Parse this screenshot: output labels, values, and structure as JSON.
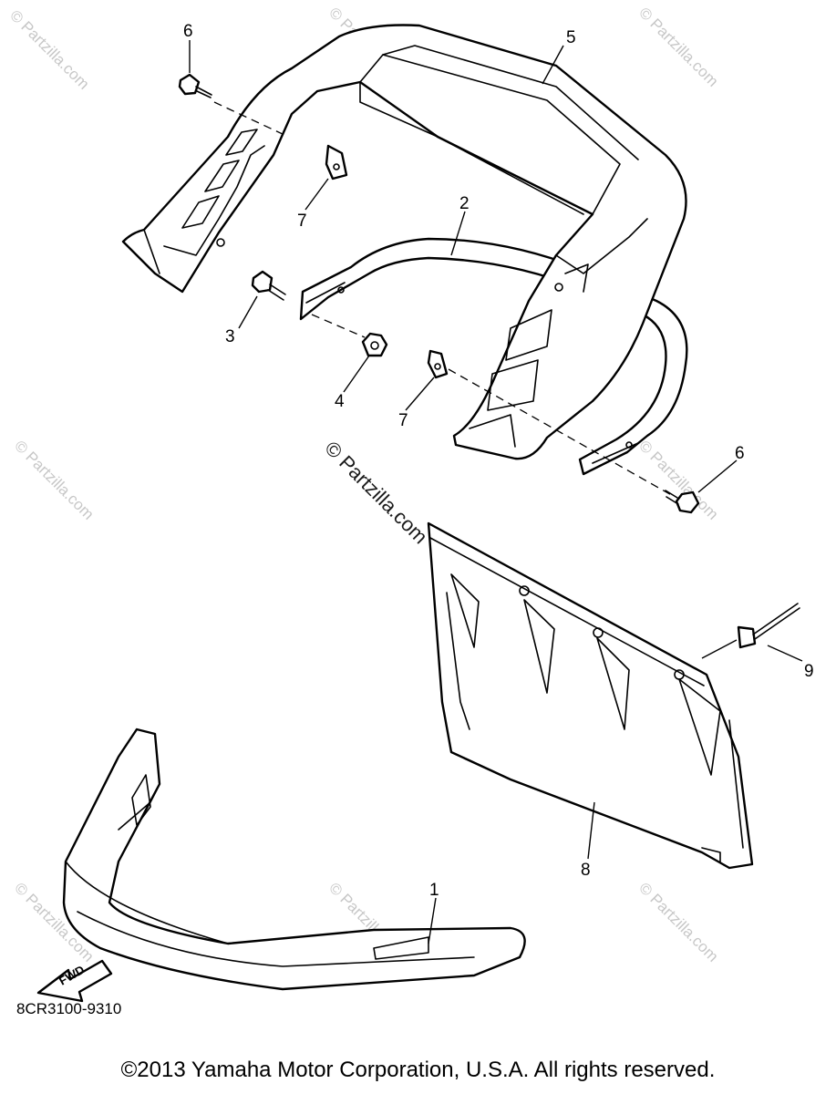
{
  "diagram": {
    "watermark": "© Partzilla.com",
    "callouts": {
      "c1": "1",
      "c2": "2",
      "c3": "3",
      "c4": "4",
      "c5": "5",
      "c6a": "6",
      "c6b": "6",
      "c7a": "7",
      "c7b": "7",
      "c8": "8",
      "c9": "9"
    },
    "fwd_label": "FWD",
    "drawing_code": "8CR3100-9310"
  },
  "footer": {
    "copyright": "©2013  Yamaha Motor Corporation, U.S.A. All rights reserved."
  }
}
